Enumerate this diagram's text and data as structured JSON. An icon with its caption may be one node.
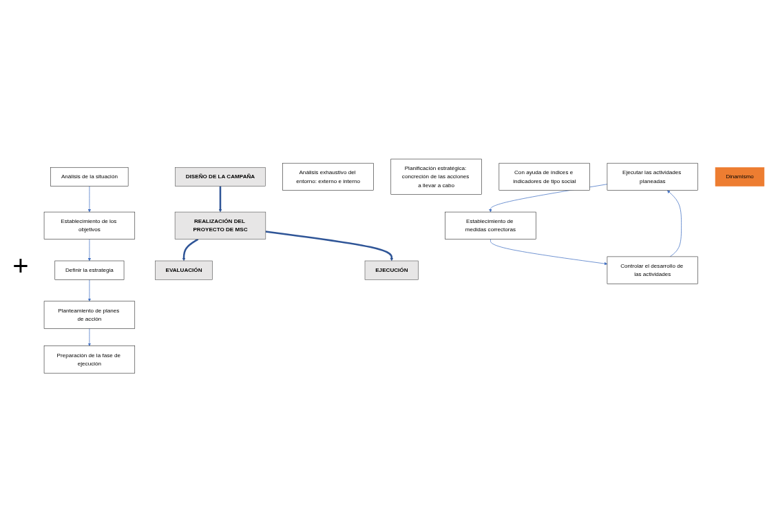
{
  "diagram": {
    "nodes": [
      {
        "text": [
          "DISEÑO DE LA CAMPAÑA"
        ]
      },
      {
        "text": [
          "Análisis de la situación"
        ]
      },
      {
        "text": [
          "Establecimiento de los objetivos"
        ]
      },
      {
        "text": [
          "Definir la estrategia"
        ]
      },
      {
        "text": [
          "Planteamiento de planes de acción"
        ]
      },
      {
        "text": [
          "Preparación de la fase de ejecución"
        ]
      },
      {
        "text": [
          "REALIZACIÓN DEL PROYECTO DE MSC"
        ]
      },
      {
        "text": [
          "Análisis exhaustivo del entorno: externo e interno"
        ]
      },
      {
        "text": [
          "Planificación estratégica: concreción de las acciones a llevar a cabo"
        ]
      },
      {
        "text": [
          "EVALUACIÓN"
        ]
      },
      {
        "text": [
          "Con ayuda de índices e indicadores de tipo social"
        ]
      },
      {
        "text": [
          "EJECUCIÓN"
        ]
      },
      {
        "text": [
          "Ejecutar las actividades planeadas"
        ]
      },
      {
        "text": [
          "Dinamismo"
        ]
      },
      {
        "text": [
          "Establecimiento de medidas correctoras"
        ]
      },
      {
        "text": [
          "Controlar el desarrollo de las actividades"
        ]
      }
    ],
    "edges": [
      {
        "from": 0,
        "to": 6,
        "arrow": "to",
        "style": "thick"
      },
      {
        "from": 6,
        "to": 9,
        "arrow": "to",
        "style": "thick"
      },
      {
        "from": 6,
        "to": 11,
        "arrow": "to",
        "style": "thick"
      },
      {
        "from": 1,
        "to": 2,
        "arrow": "to"
      },
      {
        "from": 2,
        "to": 3,
        "arrow": "to"
      },
      {
        "from": 3,
        "to": 4,
        "arrow": "to"
      },
      {
        "from": 4,
        "to": 5,
        "arrow": "to"
      },
      {
        "from": 12,
        "to": 14,
        "arrow": "to"
      },
      {
        "from": 14,
        "to": 15,
        "arrow": "to"
      },
      {
        "from": 15,
        "to": 12,
        "arrow": "to"
      }
    ],
    "labels": [
      "+"
    ]
  }
}
